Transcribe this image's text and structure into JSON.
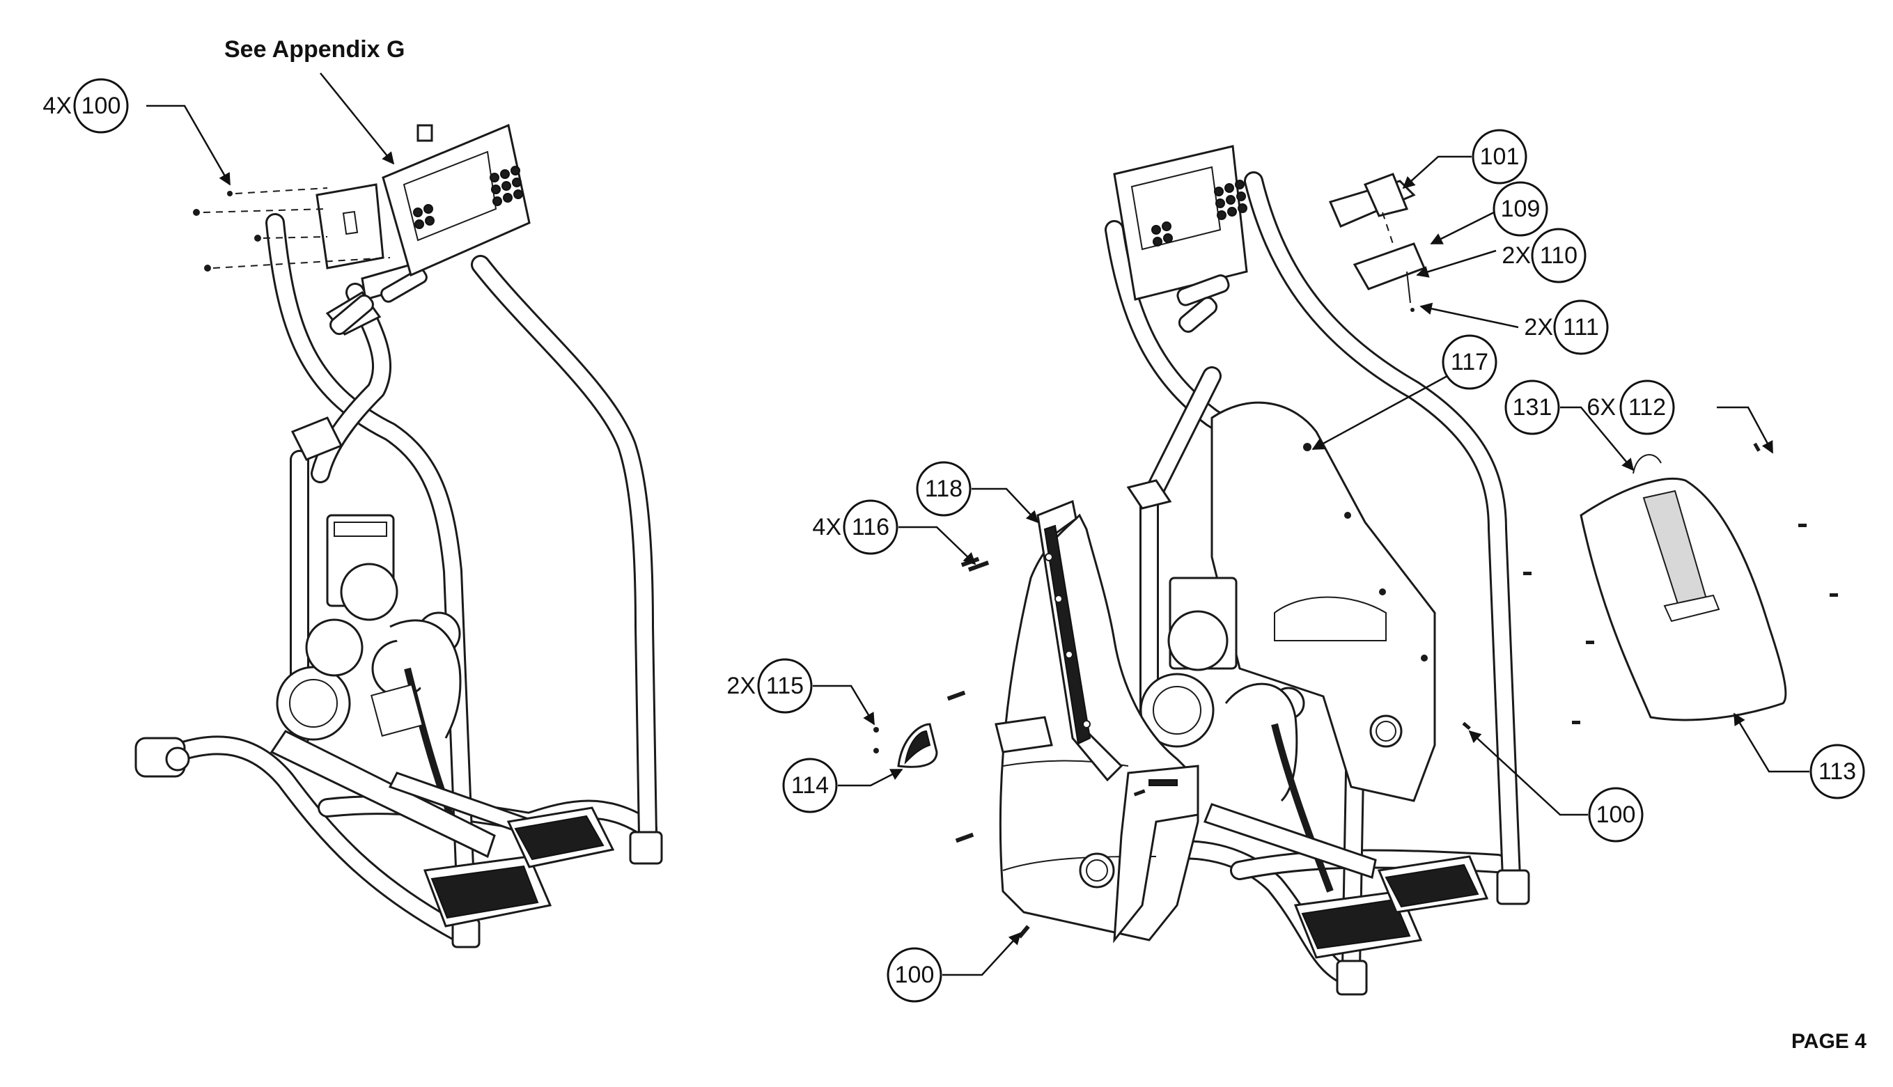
{
  "header": {
    "appendix_note": "See Appendix G"
  },
  "footer": {
    "page_label": "PAGE 4"
  },
  "callouts": [
    {
      "id": "left-100",
      "number": "100",
      "qty": "4X"
    },
    {
      "id": "right-101",
      "number": "101",
      "qty": ""
    },
    {
      "id": "right-109",
      "number": "109",
      "qty": ""
    },
    {
      "id": "right-110",
      "number": "110",
      "qty": "2X"
    },
    {
      "id": "right-111",
      "number": "111",
      "qty": "2X"
    },
    {
      "id": "right-117",
      "number": "117",
      "qty": ""
    },
    {
      "id": "right-131",
      "number": "131",
      "qty": ""
    },
    {
      "id": "right-112",
      "number": "112",
      "qty": "6X"
    },
    {
      "id": "right-118",
      "number": "118",
      "qty": ""
    },
    {
      "id": "right-116",
      "number": "116",
      "qty": "4X"
    },
    {
      "id": "right-115",
      "number": "115",
      "qty": "2X"
    },
    {
      "id": "right-114",
      "number": "114",
      "qty": ""
    },
    {
      "id": "right-100a",
      "number": "100",
      "qty": ""
    },
    {
      "id": "right-113",
      "number": "113",
      "qty": ""
    },
    {
      "id": "right-100b",
      "number": "100",
      "qty": ""
    }
  ]
}
